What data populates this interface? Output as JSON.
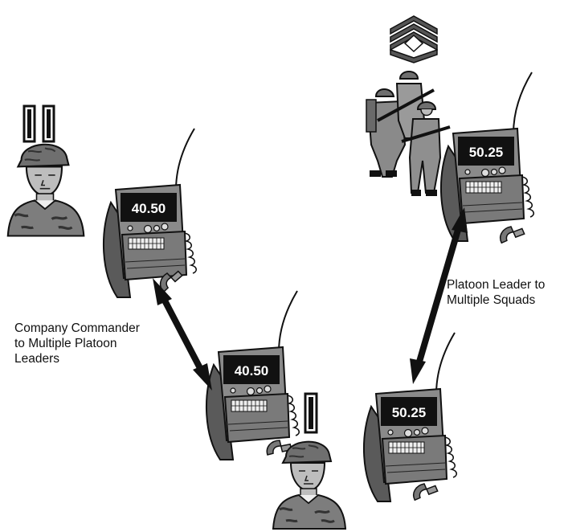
{
  "radios": {
    "company": {
      "frequency": "40.50"
    },
    "platoon_left": {
      "frequency": "40.50"
    },
    "platoon_right": {
      "frequency": "50.25"
    },
    "squad": {
      "frequency": "50.25"
    }
  },
  "labels": {
    "company_to_platoon": "Company Commander\nto Multiple Platoon\nLeaders",
    "platoon_to_squads": "Platoon Leader to\nMultiple Squads"
  },
  "insignia": {
    "company_commander": "captain-bars-icon",
    "platoon_leader": "lieutenant-bar-icon",
    "squad": "master-sergeant-chevron-icon"
  },
  "colors": {
    "radio_body": "#8a8a8a",
    "radio_dark": "#5a5a5a",
    "screen": "#111111",
    "camo": "#6f6f6f",
    "arrow": "#111111"
  }
}
